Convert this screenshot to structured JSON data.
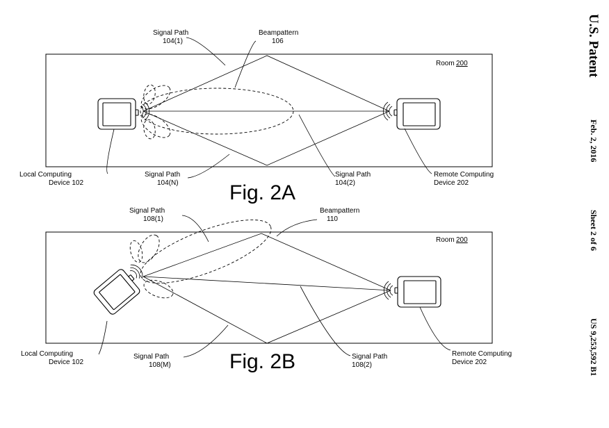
{
  "header": {
    "publisher": "U.S. Patent",
    "date": "Feb. 2, 2016",
    "sheet": "Sheet 2 of 6",
    "patent_number": "US 9,253,592 B1"
  },
  "figures": [
    {
      "caption": "Fig. 2A",
      "room_label": "Room",
      "room_number": "200",
      "labels": {
        "signal_path_1_title": "Signal Path",
        "signal_path_1_num": "104(1)",
        "beampattern_title": "Beampattern",
        "beampattern_num": "106",
        "signal_path_n_title": "Signal Path",
        "signal_path_n_num": "104(N)",
        "signal_path_2_title": "Signal Path",
        "signal_path_2_num": "104(2)",
        "local_title": "Local Computing",
        "local_num": "Device 102",
        "remote_title": "Remote Computing",
        "remote_num": "Device 202"
      }
    },
    {
      "caption": "Fig. 2B",
      "room_label": "Room",
      "room_number": "200",
      "labels": {
        "signal_path_1_title": "Signal Path",
        "signal_path_1_num": "108(1)",
        "beampattern_title": "Beampattern",
        "beampattern_num": "110",
        "signal_path_m_title": "Signal Path",
        "signal_path_m_num": "108(M)",
        "signal_path_2_title": "Signal Path",
        "signal_path_2_num": "108(2)",
        "local_title": "Local Computing",
        "local_num": "Device 102",
        "remote_title": "Remote Computing",
        "remote_num": "Device 202"
      }
    }
  ]
}
